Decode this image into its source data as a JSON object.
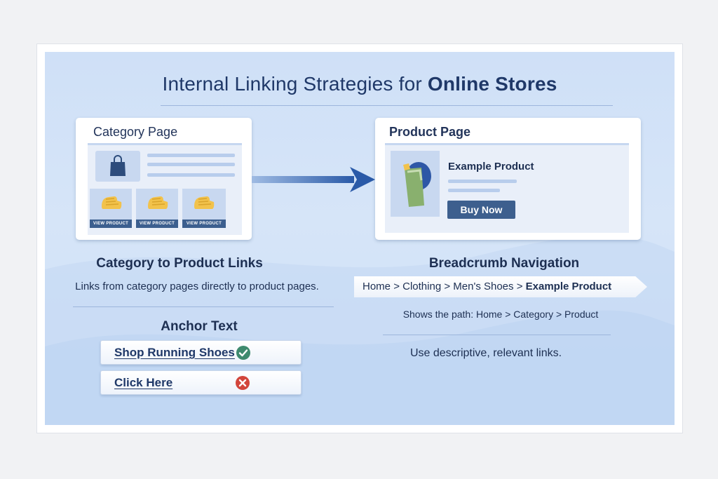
{
  "title": {
    "prefix": "Internal Linking Strategies for ",
    "emphasis": "Online Stores"
  },
  "category_page": {
    "window_title": "Category Page",
    "view_product_labels": [
      "VIEW PRODUCT",
      "VIEW PRODUCT",
      "VIEW PRODUCT"
    ]
  },
  "product_page": {
    "window_title": "Product Page",
    "product_name": "Example Product",
    "buy_button": "Buy Now"
  },
  "category_to_product": {
    "heading": "Category to Product Links",
    "description": "Links from category pages directly to product pages."
  },
  "breadcrumb": {
    "heading": "Breadcrumb Navigation",
    "items": [
      "Home",
      "Clothing",
      "Men's Shoes",
      "Example Product"
    ],
    "separator": ">",
    "caption": "Shows the path: Home > Category > Product"
  },
  "anchor_text": {
    "heading": "Anchor Text",
    "good_example": "Shop Running Shoes",
    "bad_example": "Click Here",
    "advice": "Use descriptive, relevant links."
  },
  "colors": {
    "good": "#3e8a6e",
    "bad": "#d2453b",
    "accent": "#2a5aa8"
  }
}
